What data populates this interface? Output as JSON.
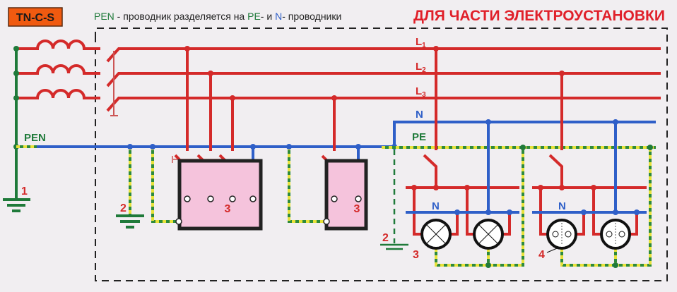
{
  "header": {
    "badge": "TN-C-S",
    "subtitle_pen": "PEN",
    "subtitle_mid": " - проводник разделяется на ",
    "subtitle_pe": "PE",
    "subtitle_and": "- и ",
    "subtitle_n": "N",
    "subtitle_end": "- проводники",
    "title": "ДЛЯ ЧАСТИ ЭЛЕКТРОУСТАНОВКИ"
  },
  "labels": {
    "pen": "PEN",
    "l1": "L",
    "l1_sub": "1",
    "l2": "L",
    "l2_sub": "2",
    "l3": "L",
    "l3_sub": "3",
    "n": "N",
    "pe": "PE",
    "n_group1": "N",
    "n_group2": "N"
  },
  "numbers": {
    "source_ground": "1",
    "repeat_ground_left": "2",
    "repeat_ground_right": "2",
    "load_3phase": "3",
    "load_1phase": "3",
    "lamps": "3",
    "socket": "4"
  },
  "colors": {
    "phase": "#d42a2a",
    "neutral": "#2f5fc8",
    "protective": "#1f7a3a",
    "badge": "#f05a10"
  }
}
